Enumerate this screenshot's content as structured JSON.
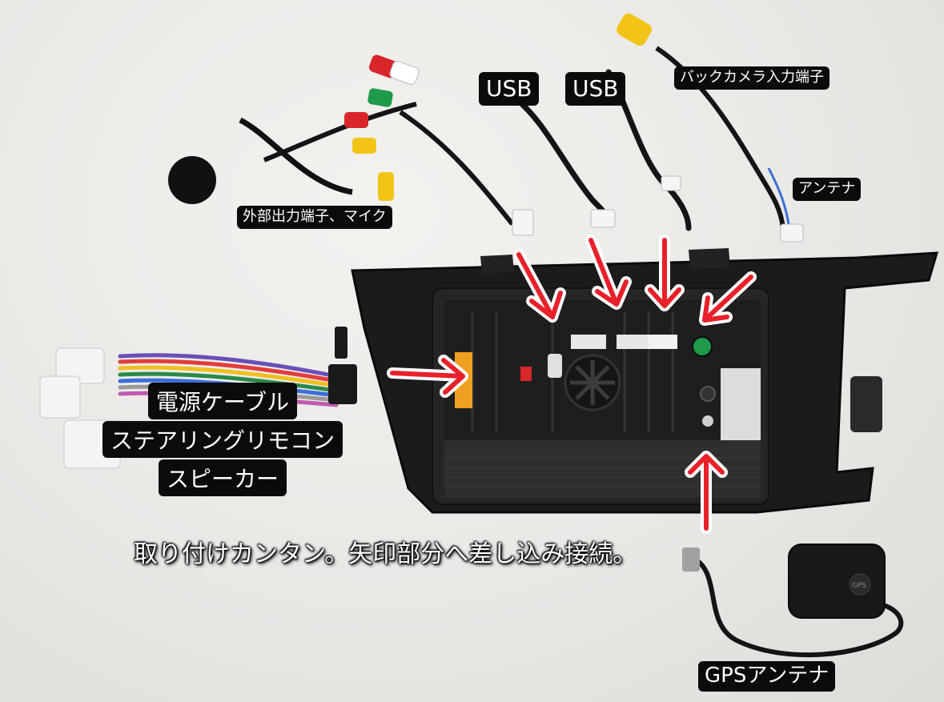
{
  "labels": {
    "usb_1": "USB",
    "usb_2": "USB",
    "back_camera": "バックカメラ入力端子",
    "antenna": "アンテナ",
    "external_output": "外部出力端子、マイク",
    "power_lines": [
      "電源ケーブル",
      "ステアリングリモコン",
      "スピーカー"
    ],
    "gps_antenna": "GPSアンテナ"
  },
  "caption": "取り付けカンタン。矢印部分へ差し込み接続。",
  "device_text": {
    "gps_badge": "GPS"
  },
  "colors": {
    "label_bg": "#0b0b0b",
    "label_text": "#ffffff",
    "arrow_red": "#e8202a",
    "rca_red": "#d8262b",
    "rca_yellow": "#f2c418",
    "rca_green": "#1f9a4a",
    "unit_black": "#1a1a1a"
  }
}
